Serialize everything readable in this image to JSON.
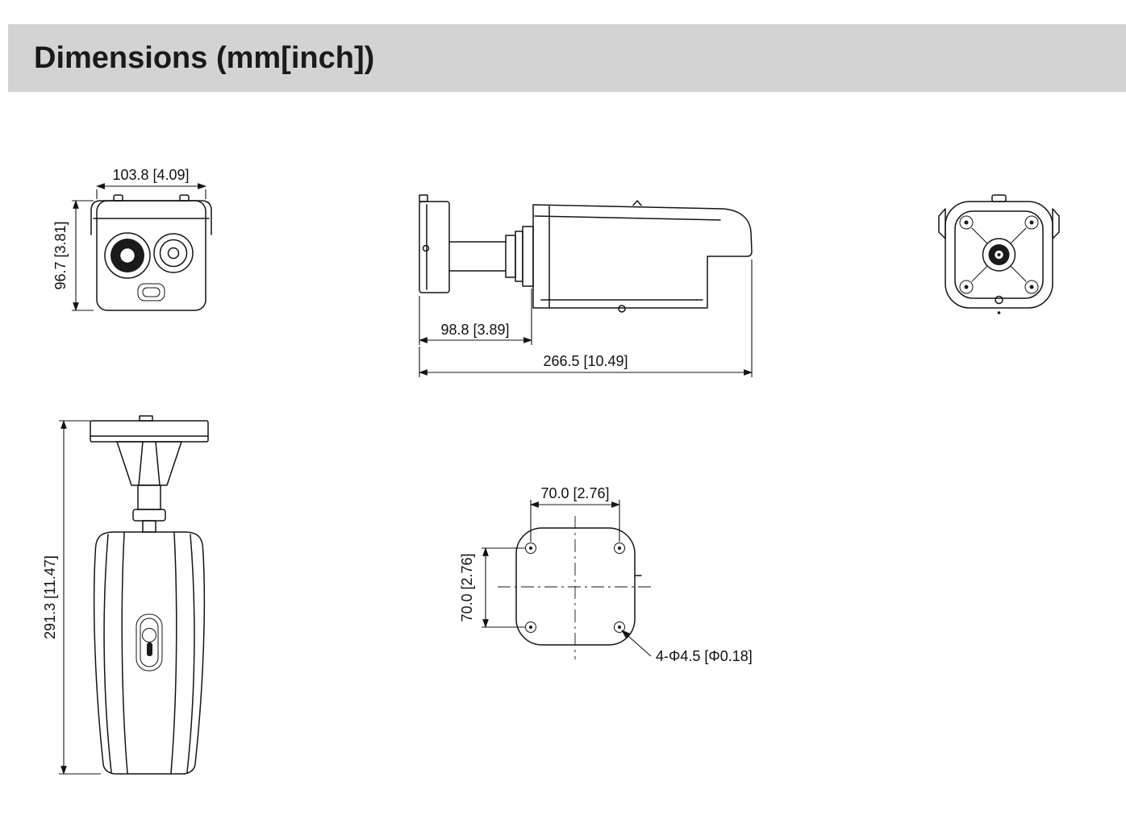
{
  "header": {
    "title": "Dimensions (mm[inch])"
  },
  "front_view": {
    "width": "103.8 [4.09]",
    "height": "96.7 [3.81]"
  },
  "side_view": {
    "bracket_depth": "98.8 [3.89]",
    "total_length": "266.5 [10.49]"
  },
  "standing_view": {
    "height": "291.3 [11.47]"
  },
  "base_view": {
    "hole_spacing_horizontal": "70.0 [2.76]",
    "hole_spacing_vertical": "70.0 [2.76]",
    "hole_callout": "4-Φ4.5 [Φ0.18]"
  },
  "colors": {
    "header_background": "#d3d3d3",
    "line": "#141414",
    "text": "#1a1a1a"
  }
}
